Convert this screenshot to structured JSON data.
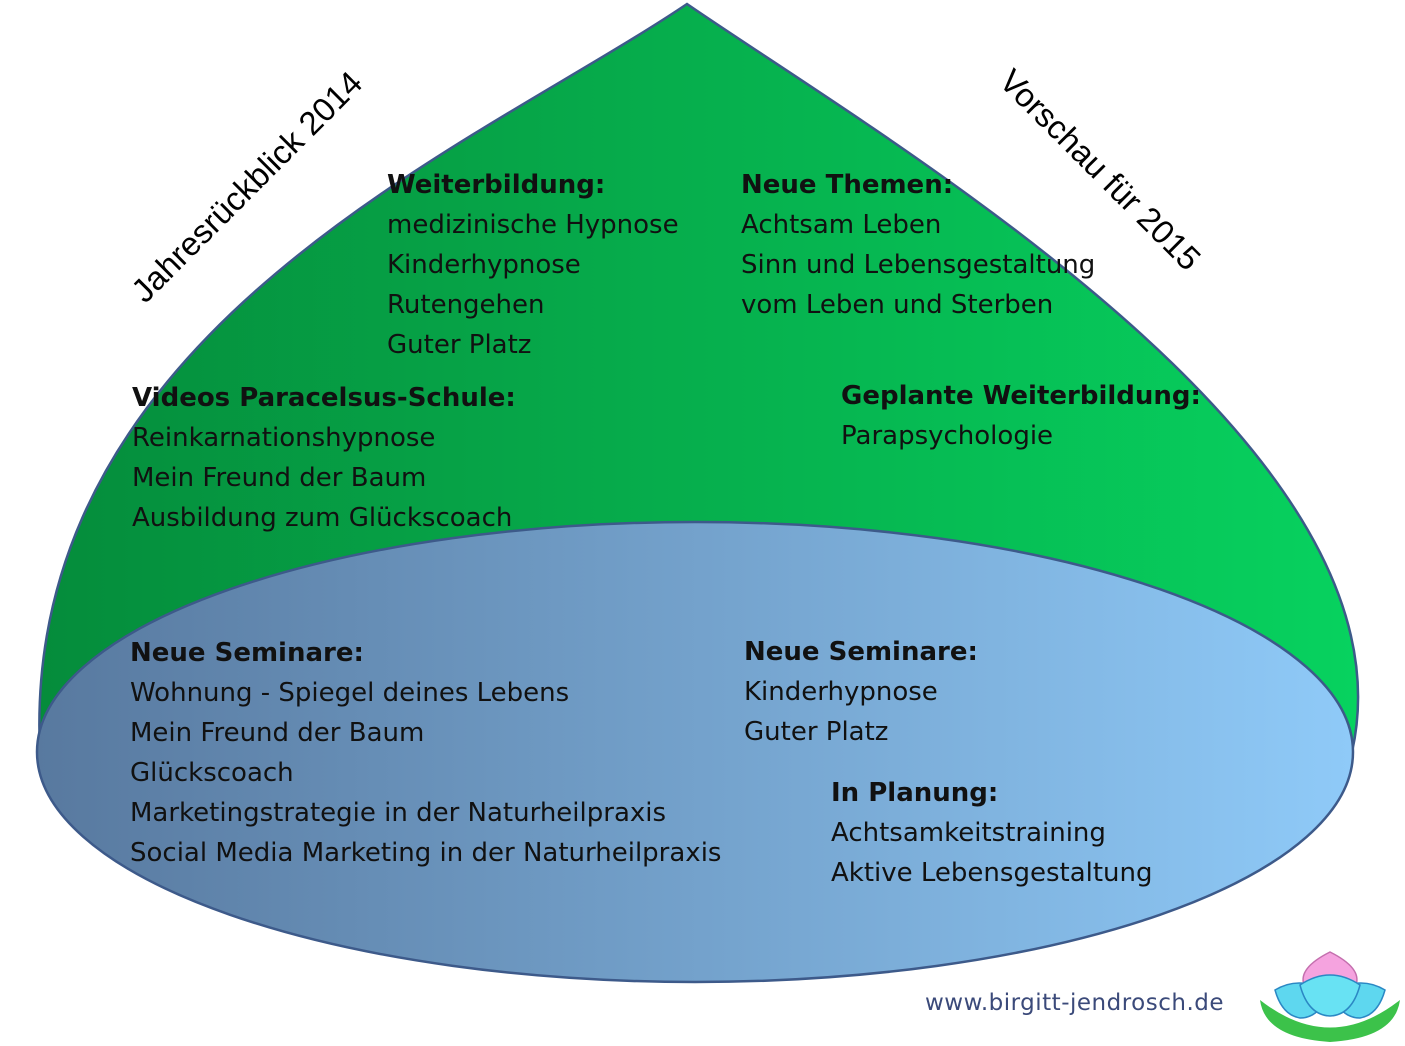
{
  "left_title": "Jahresrückblick 2014",
  "right_title": "Vorschau für 2015",
  "upper_left": {
    "heading": "Weiterbildung:",
    "items": [
      "medizinische Hypnose",
      "Kinderhypnose",
      "Rutengehen",
      "Guter Platz"
    ]
  },
  "upper_right": {
    "heading": "Neue Themen:",
    "items": [
      "Achtsam Leben",
      "Sinn und Lebensgestaltung",
      "vom Leben und Sterben"
    ]
  },
  "mid_left": {
    "heading": "Videos Paracelsus-Schule:",
    "items": [
      "Reinkarnationshypnose",
      "Mein Freund der Baum",
      "Ausbildung zum Glückscoach"
    ]
  },
  "mid_right": {
    "heading": "Geplante Weiterbildung:",
    "items": [
      "Parapsychologie"
    ]
  },
  "lower_left": {
    "heading": "Neue Seminare:",
    "items": [
      "Wohnung - Spiegel deines Lebens",
      "Mein Freund der Baum",
      "Glückscoach",
      "Marketingstrategie in der Naturheilpraxis",
      "Social Media Marketing in der Naturheilpraxis"
    ]
  },
  "lower_right": {
    "heading": "Neue Seminare:",
    "items": [
      "Kinderhypnose",
      "Guter Platz"
    ]
  },
  "planning": {
    "heading": "In Planung:",
    "items": [
      "Achtsamkeitstraining",
      "Aktive Lebensgestaltung"
    ]
  },
  "footer": {
    "url": "www.birgitt-jendrosch.de"
  },
  "colors": {
    "green_dark": "#058c3b",
    "green_light": "#07d25f",
    "blue_dark": "#58799f",
    "blue_light": "#8fcaf8",
    "outline": "#3d5a8a"
  },
  "logo": {
    "icon": "lotus-logo-icon"
  }
}
